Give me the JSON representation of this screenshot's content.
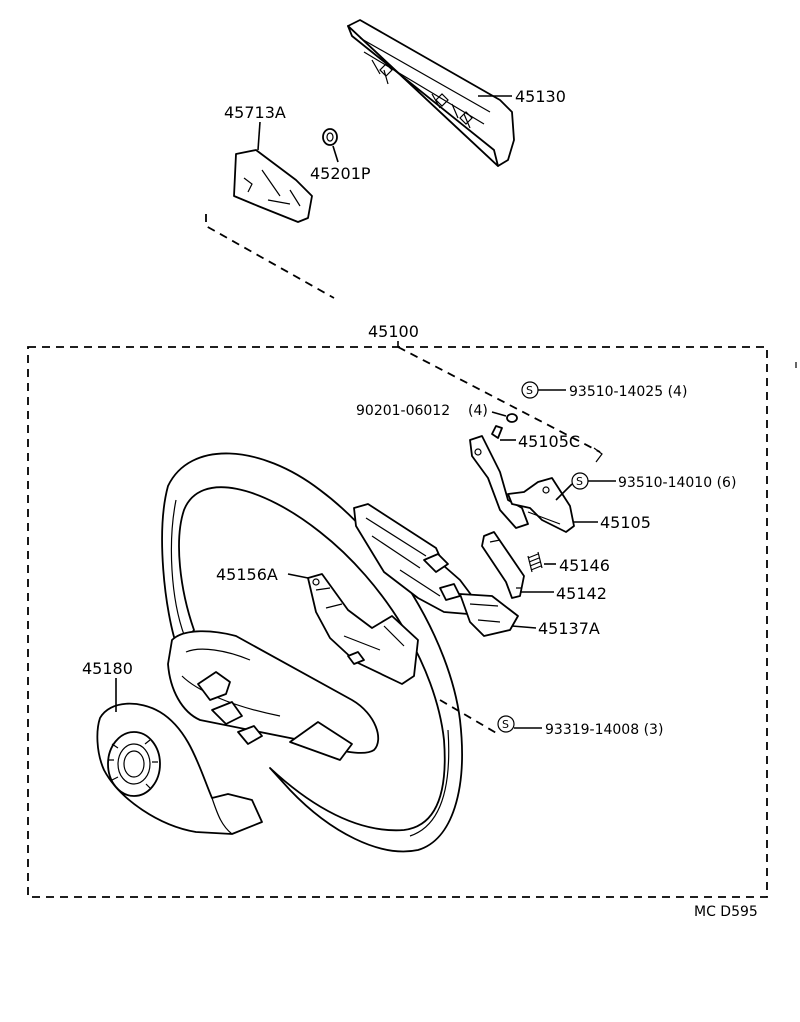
{
  "parts": {
    "p45130": "45130",
    "p45713A": "45713A",
    "p45201P": "45201P",
    "p45100": "45100",
    "p93510_14025": "93510-14025 (4)",
    "p90201_06012": "90201-06012",
    "p90201_qty": "(4)",
    "p45105C": "45105C",
    "p93510_14010": "93510-14010 (6)",
    "p45105": "45105",
    "p45146": "45146",
    "p45156A": "45156A",
    "p45142": "45142",
    "p45137A": "45137A",
    "p45180": "45180",
    "p93319_14008": "93319-14008 (3)"
  },
  "screw_symbol": "S",
  "diagram_code": "MC D595"
}
